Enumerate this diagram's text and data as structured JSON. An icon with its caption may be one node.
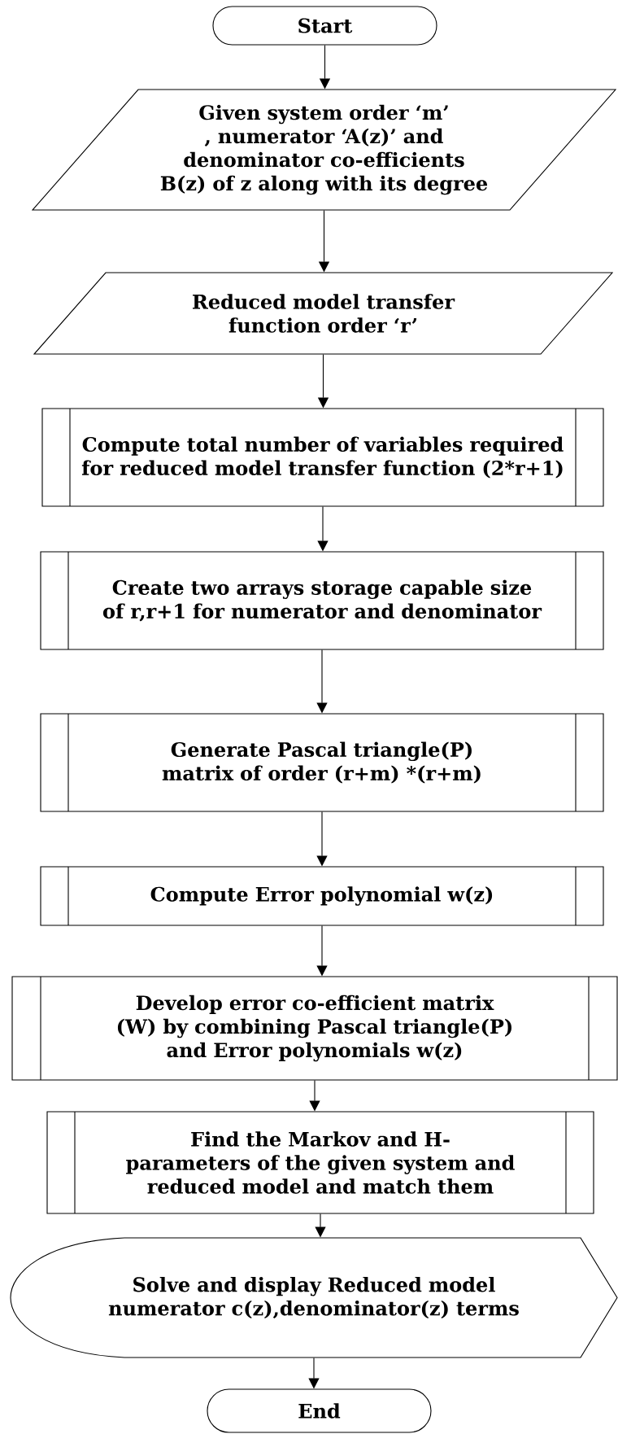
{
  "diagram": {
    "nodes": [
      {
        "text": [
          "Start"
        ]
      },
      {
        "text": [
          "Given system order ‘m’ , numerator ‘A(z)’ and denominator co-efficients B(z) of z along with its degree"
        ]
      },
      {
        "text": [
          "Reduced model transfer function order ‘r’"
        ]
      },
      {
        "text": [
          "Compute total number of variables required for reduced model transfer function (2*r+1)"
        ]
      },
      {
        "text": [
          "Create two arrays storage capable size of r,r+1 for numerator and denominator"
        ]
      },
      {
        "text": [
          "Generate Pascal triangle(P) matrix of order (r+m) *(r+m)"
        ]
      },
      {
        "text": [
          "Compute Error polynomial w(z)"
        ]
      },
      {
        "text": [
          "Develop error co-efficient matrix (W) by combining Pascal triangle(P) and Error polynomials w(z)"
        ]
      },
      {
        "text": [
          "Find the Markov and H-parameters of the given system and reduced model and match them"
        ]
      },
      {
        "text": [
          "Solve and display Reduced model numerator c(z),denominator(z) terms"
        ]
      },
      {
        "text": [
          "End"
        ]
      }
    ],
    "edges": [
      {
        "from": 0,
        "to": 1,
        "arrow": "to"
      },
      {
        "from": 1,
        "to": 2,
        "arrow": "to"
      },
      {
        "from": 2,
        "to": 3,
        "arrow": "to"
      },
      {
        "from": 3,
        "to": 4,
        "arrow": "to"
      },
      {
        "from": 4,
        "to": 5,
        "arrow": "to"
      },
      {
        "from": 5,
        "to": 6,
        "arrow": "to"
      },
      {
        "from": 6,
        "to": 7,
        "arrow": "to"
      },
      {
        "from": 7,
        "to": 8,
        "arrow": "to"
      },
      {
        "from": 8,
        "to": 9,
        "arrow": "to"
      },
      {
        "from": 9,
        "to": 10,
        "arrow": "to"
      }
    ]
  }
}
